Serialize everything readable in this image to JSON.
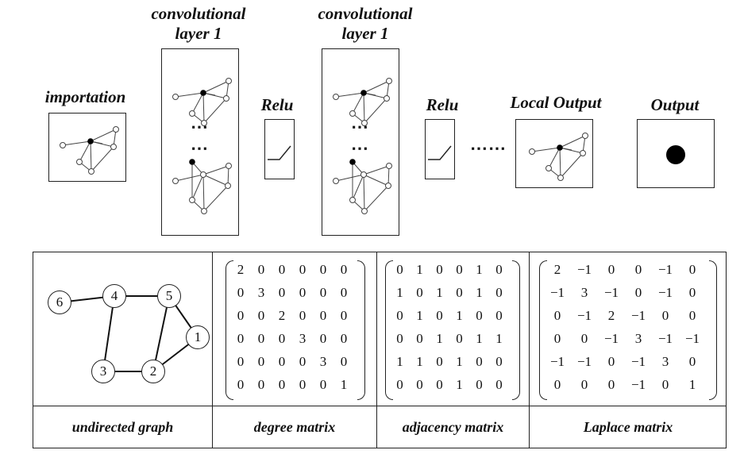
{
  "top": {
    "importation": "importation",
    "conv1_a": [
      "convolutional",
      "layer 1"
    ],
    "conv1_b": [
      "convolutional",
      "layer 1"
    ],
    "relu_a": "Relu",
    "relu_b": "Relu",
    "local_output": "Local Output",
    "output": "Output",
    "ellipsis_v": "⋯",
    "ellipsis_h": "⋯⋯"
  },
  "table": {
    "captions": [
      "undirected graph",
      "degree matrix",
      "adjacency matrix",
      "Laplace matrix"
    ],
    "graph": {
      "nodes": [
        "1",
        "2",
        "3",
        "4",
        "5",
        "6"
      ]
    },
    "degree_matrix": [
      [
        "2",
        "0",
        "0",
        "0",
        "0",
        "0"
      ],
      [
        "0",
        "3",
        "0",
        "0",
        "0",
        "0"
      ],
      [
        "0",
        "0",
        "2",
        "0",
        "0",
        "0"
      ],
      [
        "0",
        "0",
        "0",
        "3",
        "0",
        "0"
      ],
      [
        "0",
        "0",
        "0",
        "0",
        "3",
        "0"
      ],
      [
        "0",
        "0",
        "0",
        "0",
        "0",
        "1"
      ]
    ],
    "adjacency_matrix": [
      [
        "0",
        "1",
        "0",
        "0",
        "1",
        "0"
      ],
      [
        "1",
        "0",
        "1",
        "0",
        "1",
        "0"
      ],
      [
        "0",
        "1",
        "0",
        "1",
        "0",
        "0"
      ],
      [
        "0",
        "0",
        "1",
        "0",
        "1",
        "1"
      ],
      [
        "1",
        "1",
        "0",
        "1",
        "0",
        "0"
      ],
      [
        "0",
        "0",
        "0",
        "1",
        "0",
        "0"
      ]
    ],
    "laplace_matrix": [
      [
        "2",
        "−1",
        "0",
        "0",
        "−1",
        "0"
      ],
      [
        "−1",
        "3",
        "−1",
        "0",
        "−1",
        "0"
      ],
      [
        "0",
        "−1",
        "2",
        "−1",
        "0",
        "0"
      ],
      [
        "0",
        "0",
        "−1",
        "3",
        "−1",
        "−1"
      ],
      [
        "−1",
        "−1",
        "0",
        "−1",
        "3",
        "0"
      ],
      [
        "0",
        "0",
        "0",
        "−1",
        "0",
        "1"
      ]
    ]
  }
}
